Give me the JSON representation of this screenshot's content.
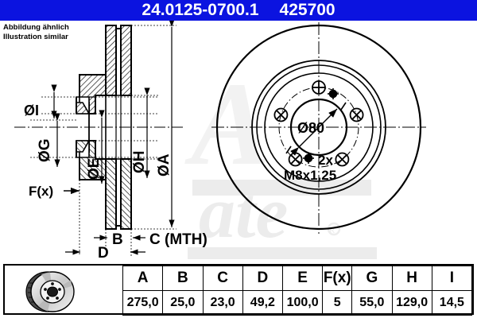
{
  "header": {
    "part_number": "24.0125-0700.1",
    "reference_number": "425700",
    "background_color": "#0b13e0",
    "text_color": "#ffffff"
  },
  "notice": {
    "line_de": "Abbildung ähnlich",
    "line_en": "Illustration similar"
  },
  "section_view": {
    "name": "cross-section-view",
    "dimension_labels": [
      {
        "id": "I",
        "text": "ØI",
        "orientation": "horizontal"
      },
      {
        "id": "G",
        "text": "ØG",
        "orientation": "vertical"
      },
      {
        "id": "E",
        "text": "ØE",
        "orientation": "vertical"
      },
      {
        "id": "H",
        "text": "ØH",
        "orientation": "vertical"
      },
      {
        "id": "A",
        "text": "ØA",
        "orientation": "vertical"
      },
      {
        "id": "F",
        "text": "F(x)",
        "orientation": "horizontal"
      },
      {
        "id": "B",
        "text": "B",
        "orientation": "horizontal"
      },
      {
        "id": "C",
        "text": "C (MTH)",
        "orientation": "horizontal"
      },
      {
        "id": "D",
        "text": "D",
        "orientation": "horizontal"
      }
    ]
  },
  "front_view": {
    "name": "front-face-view",
    "center_bore_label": "Ø80",
    "thread_count_label": "2x",
    "thread_spec_label": "M8x1,25",
    "bolt_hole_count": 5,
    "threaded_hole_count": 2
  },
  "watermark": {
    "text": "ate",
    "color": "#e9e9e9"
  },
  "spec_table": {
    "columns": [
      "A",
      "B",
      "C",
      "D",
      "E",
      "F(x)",
      "G",
      "H",
      "I"
    ],
    "values": [
      "275,0",
      "25,0",
      "23,0",
      "49,2",
      "100,0",
      "5",
      "55,0",
      "129,0",
      "14,5"
    ],
    "thumbnail": "brake-disc-photo"
  }
}
